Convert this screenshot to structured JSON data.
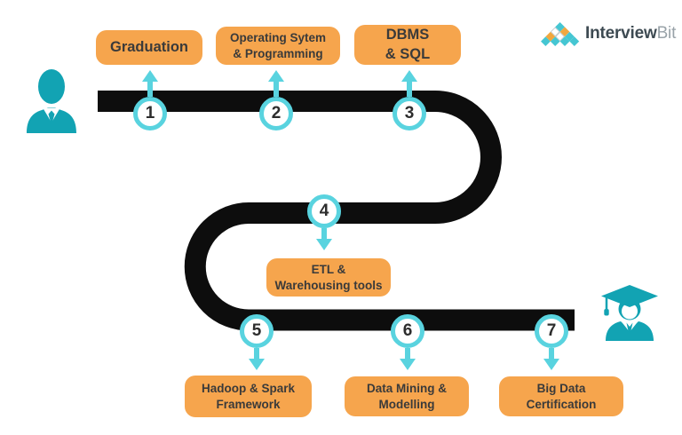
{
  "diagram": {
    "type": "roadmap",
    "description_visible_elements": "winding road with 7 numbered milestones"
  },
  "logo": {
    "brand_primary": "Interview",
    "brand_secondary": "Bit",
    "mark": "diamond-pyramid-logo"
  },
  "icons": {
    "start": "businessman-icon",
    "end": "graduate-icon"
  },
  "colors": {
    "box_orange": "#F6A54D",
    "road_black": "#0D0D0D",
    "teal_icon": "#12A3B3",
    "teal_light": "#59D3DF",
    "text_dark": "#3A3A3A",
    "logo_text_primary": "#3D4A52",
    "logo_text_secondary": "#98A2A8"
  },
  "steps": [
    {
      "number": "1",
      "lines": [
        "Graduation"
      ]
    },
    {
      "number": "2",
      "lines": [
        "Operating Sytem",
        "& Programming"
      ]
    },
    {
      "number": "3",
      "lines": [
        "DBMS",
        "& SQL"
      ]
    },
    {
      "number": "4",
      "lines": [
        "ETL &",
        "Warehousing tools"
      ]
    },
    {
      "number": "5",
      "lines": [
        "Hadoop & Spark",
        "Framework"
      ]
    },
    {
      "number": "6",
      "lines": [
        "Data Mining &",
        "Modelling"
      ]
    },
    {
      "number": "7",
      "lines": [
        "Big Data",
        "Certification"
      ]
    }
  ]
}
